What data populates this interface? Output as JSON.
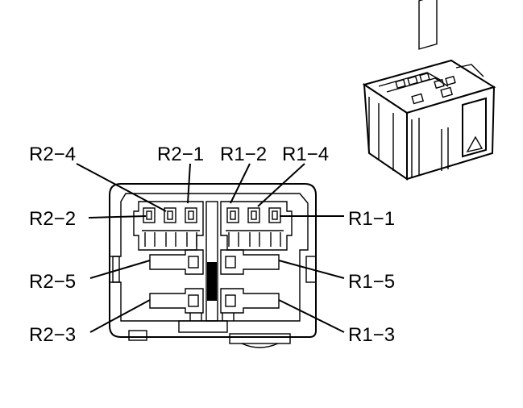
{
  "labels": {
    "r2_4": "R2−4",
    "r2_1": "R2−1",
    "r1_2": "R1−2",
    "r1_4": "R1−4",
    "r2_2": "R2−2",
    "r1_1": "R1−1",
    "r2_5": "R2−5",
    "r1_5": "R1−5",
    "r2_3": "R2−3",
    "r1_3": "R1−3"
  },
  "icons": {
    "connector_face": "connector-face-view",
    "connector_iso": "connector-isometric-view"
  },
  "colors": {
    "ink": "#000000",
    "paper": "#ffffff"
  }
}
